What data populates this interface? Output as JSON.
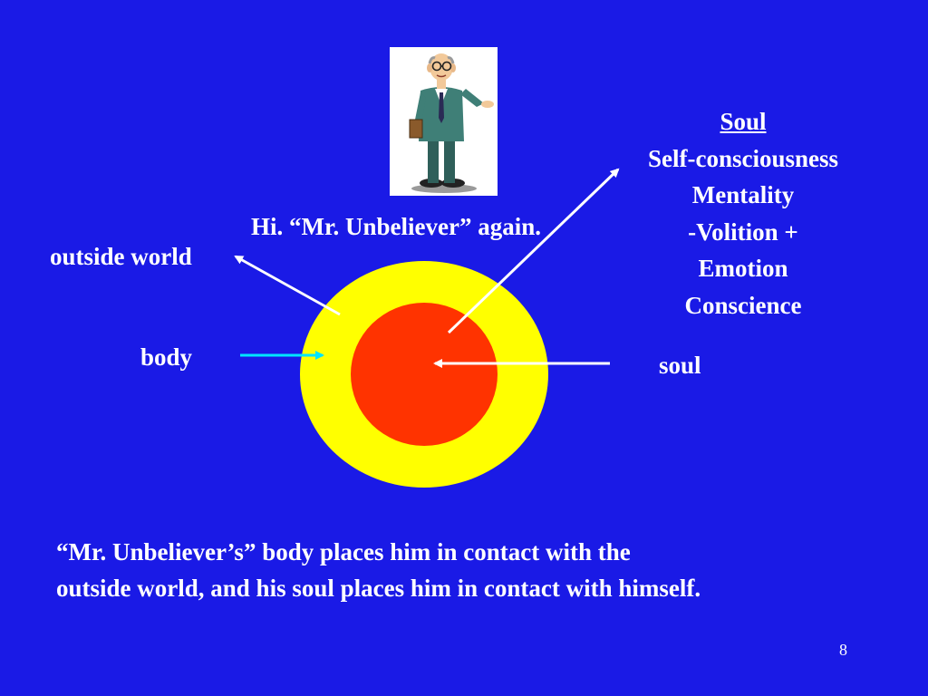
{
  "slide": {
    "greeting": "Hi. “Mr. Unbeliever” again.",
    "page_number": "8"
  },
  "labels": {
    "outside_world": "outside world",
    "body": "body",
    "soul": "soul"
  },
  "soul_panel": {
    "heading": "Soul",
    "lines": [
      "Self-consciousness",
      "Mentality",
      "-Volition +",
      "Emotion",
      "Conscience"
    ]
  },
  "caption": {
    "line1": "“Mr. Unbeliever’s” body places him in contact with the",
    "line2": "outside world, and his soul places him in contact with himself."
  },
  "colors": {
    "background": "#1a1ae6",
    "outer_circle": "#ffff00",
    "inner_circle": "#ff3300",
    "body_arrow": "#00e5ff",
    "arrows": "#ffffff"
  },
  "icons": {
    "figure": "man-with-glasses-clipart"
  }
}
